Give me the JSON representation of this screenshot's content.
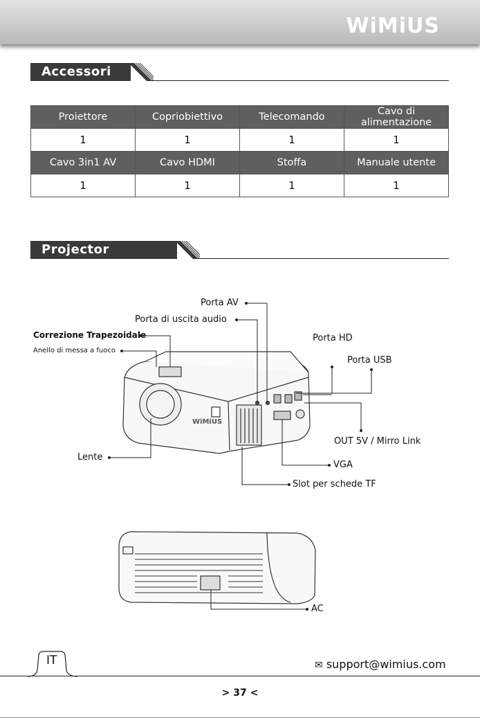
{
  "brand": "WiMiUS",
  "sections": {
    "accessories_title": "Accessori",
    "structure_title": "Projector Structure"
  },
  "accessories": {
    "rows": [
      {
        "headers": [
          "Proiettore",
          "Copriobiettivo",
          "Telecomando",
          "Cavo di alimentazione"
        ],
        "values": [
          "1",
          "1",
          "1",
          "1"
        ]
      },
      {
        "headers": [
          "Cavo 3in1 AV",
          "Cavo HDMI",
          "Stoffa",
          "Manuale utente"
        ],
        "values": [
          "1",
          "1",
          "1",
          "1"
        ]
      }
    ]
  },
  "callouts": {
    "porta_av": "Porta AV",
    "porta_audio": "Porta di uscita audio",
    "keystone": "Correzione Trapezoidale",
    "focus": "Anello di messa a fuoco",
    "porta_hd": "Porta HD",
    "porta_usb": "Porta USB",
    "out5v": "OUT 5V / Mirro Link",
    "lente": "Lente",
    "vga": "VGA",
    "tf": "Slot per schede TF",
    "ac": "AC"
  },
  "footer": {
    "lang": "IT",
    "email": "support@wimius.com",
    "page": "> 37 <"
  }
}
